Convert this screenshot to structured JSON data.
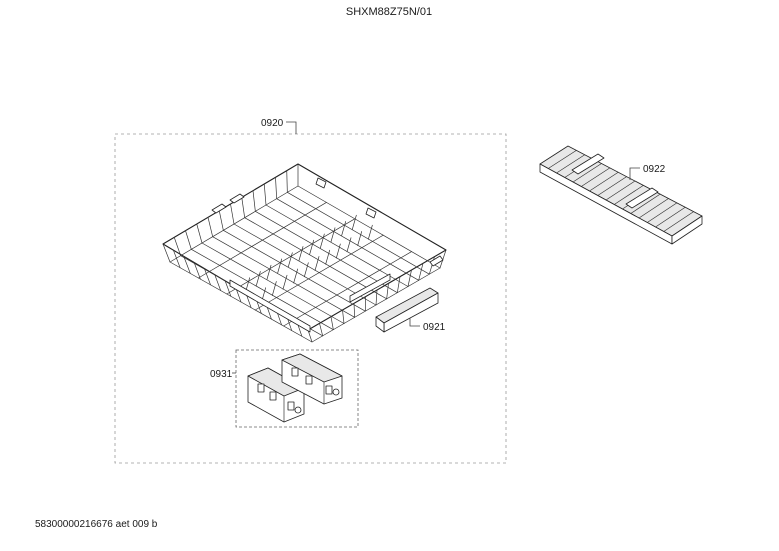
{
  "header": {
    "model": "SHXM88Z75N/01"
  },
  "parts": {
    "upper_rack": {
      "number": "0920"
    },
    "rack_handle": {
      "number": "0921"
    },
    "cutlery_tray": {
      "number": "0922"
    },
    "rack_adjusters": {
      "number": "0931"
    }
  },
  "footer": {
    "doc_code": "58300000216676 aet 009 b"
  }
}
